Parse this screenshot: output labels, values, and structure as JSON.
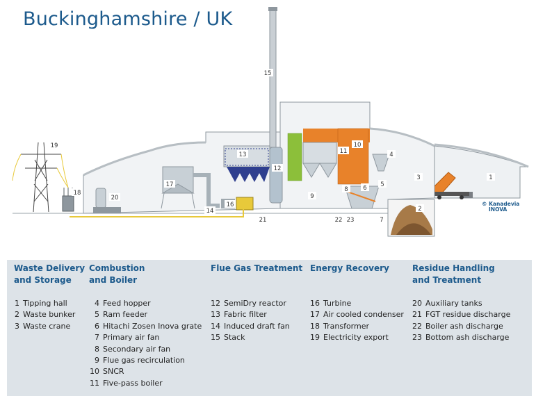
{
  "title": "Buckinghamshire / UK",
  "logo": {
    "line1": "© Kanadevia",
    "line2": "INOVA"
  },
  "diagram_numbers": [
    "1",
    "2",
    "3",
    "4",
    "5",
    "6",
    "7",
    "8",
    "9",
    "10",
    "11",
    "12",
    "13",
    "14",
    "15",
    "16",
    "17",
    "18",
    "19",
    "20",
    "21",
    "22",
    "23"
  ],
  "legend": {
    "columns": [
      {
        "heading_line1": "Waste Delivery",
        "heading_line2": "and Storage",
        "items": [
          {
            "n": "1",
            "text": "Tipping hall"
          },
          {
            "n": "2",
            "text": "Waste bunker"
          },
          {
            "n": "3",
            "text": "Waste crane"
          }
        ]
      },
      {
        "heading_line1": "Combustion",
        "heading_line2": "and Boiler",
        "items": [
          {
            "n": "4",
            "text": "Feed hopper"
          },
          {
            "n": "5",
            "text": "Ram feeder"
          },
          {
            "n": "6",
            "text": "Hitachi Zosen Inova grate"
          },
          {
            "n": "7",
            "text": "Primary air fan"
          },
          {
            "n": "8",
            "text": "Secondary air fan"
          },
          {
            "n": "9",
            "text": "Flue gas recirculation"
          },
          {
            "n": "10",
            "text": "SNCR"
          },
          {
            "n": "11",
            "text": "Five-pass boiler"
          }
        ]
      },
      {
        "heading_line1": "Flue Gas Treatment",
        "heading_line2": "",
        "items": [
          {
            "n": "12",
            "text": "SemiDry reactor"
          },
          {
            "n": "13",
            "text": "Fabric filter"
          },
          {
            "n": "14",
            "text": "Induced draft fan"
          },
          {
            "n": "15",
            "text": "Stack"
          }
        ]
      },
      {
        "heading_line1": "Energy Recovery",
        "heading_line2": "",
        "items": [
          {
            "n": "16",
            "text": "Turbine"
          },
          {
            "n": "17",
            "text": "Air cooled condenser"
          },
          {
            "n": "18",
            "text": "Transformer"
          },
          {
            "n": "19",
            "text": "Electricity export"
          }
        ]
      },
      {
        "heading_line1": "Residue Handling",
        "heading_line2": "and Treatment",
        "items": [
          {
            "n": "20",
            "text": "Auxiliary tanks"
          },
          {
            "n": "21",
            "text": "FGT residue discharge"
          },
          {
            "n": "22",
            "text": "Boiler ash discharge"
          },
          {
            "n": "23",
            "text": "Bottom ash discharge"
          }
        ]
      }
    ]
  }
}
